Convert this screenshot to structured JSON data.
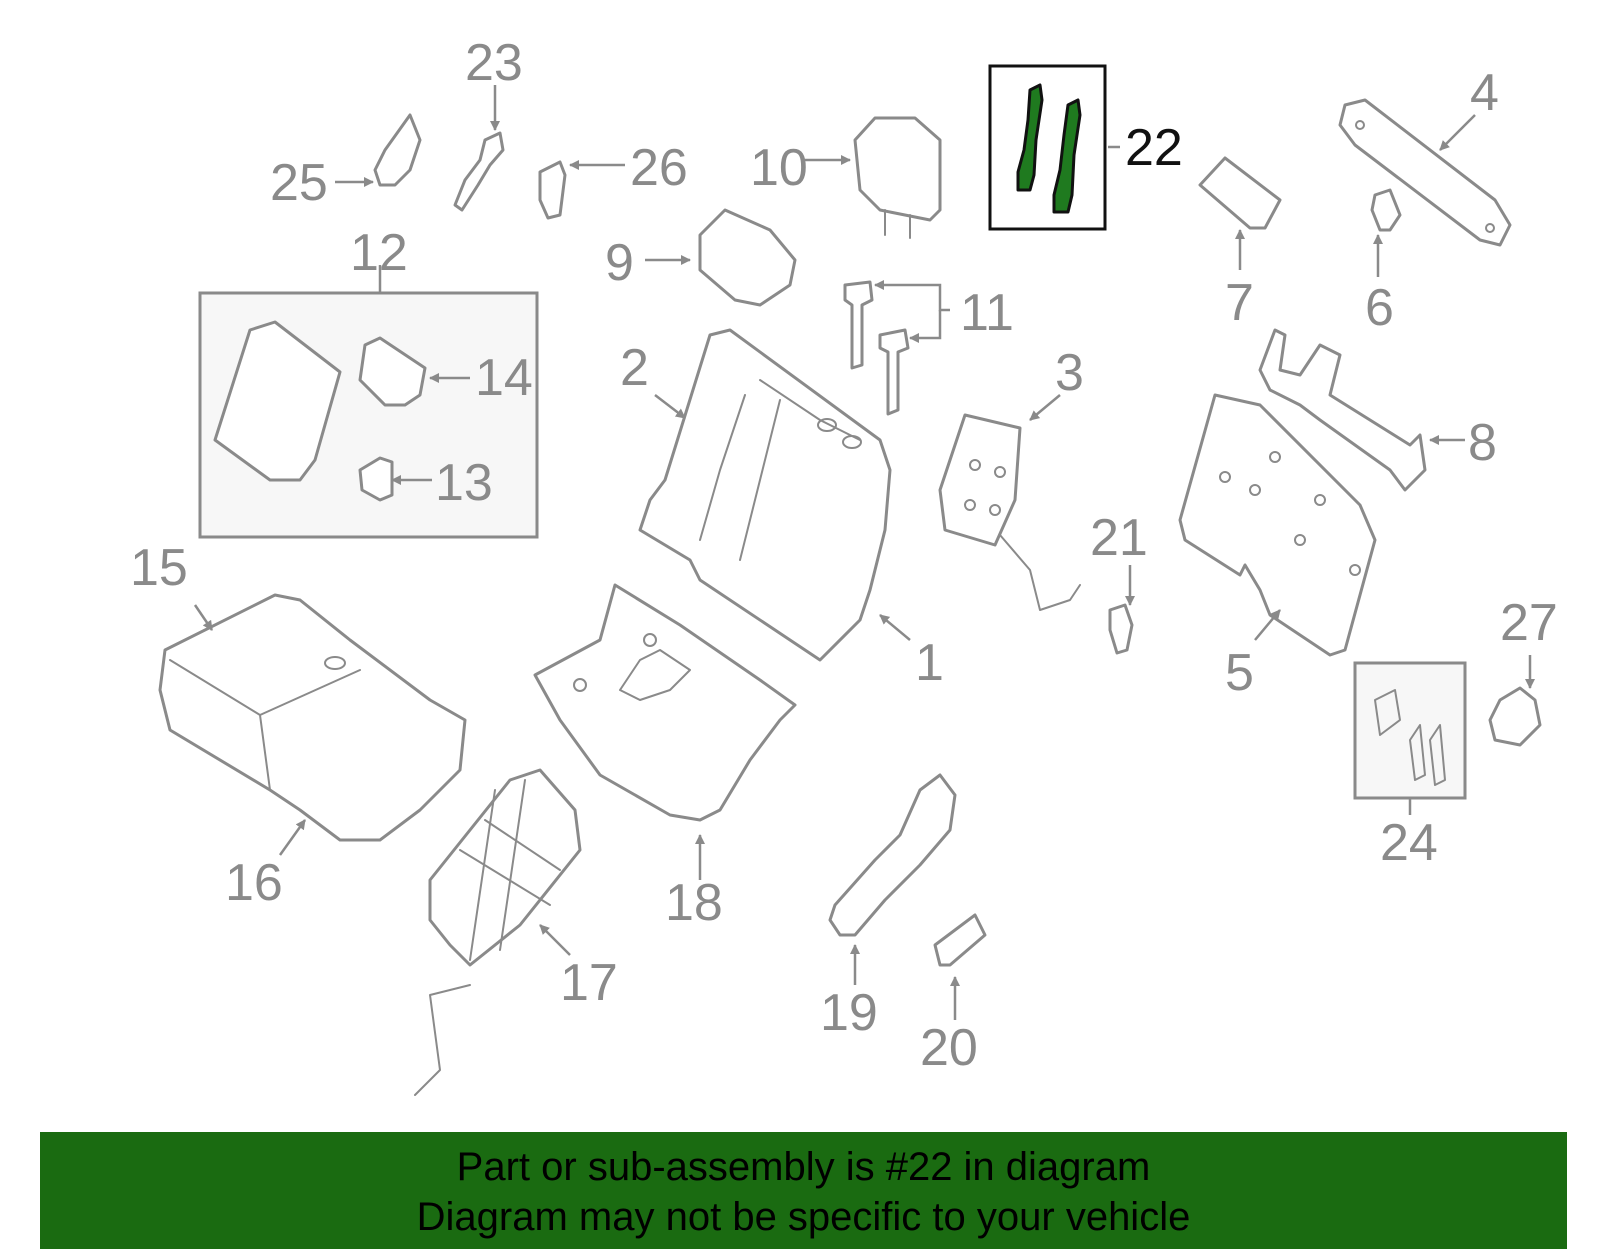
{
  "diagram": {
    "highlighted_part": "22",
    "callouts": [
      "1",
      "2",
      "3",
      "4",
      "5",
      "6",
      "7",
      "8",
      "9",
      "10",
      "11",
      "12",
      "13",
      "14",
      "15",
      "16",
      "17",
      "18",
      "19",
      "20",
      "21",
      "22",
      "23",
      "24",
      "25",
      "26",
      "27"
    ]
  },
  "banner": {
    "line1": "Part or sub-assembly is #22 in diagram",
    "line2": "Diagram may not be specific to your vehicle"
  },
  "colors": {
    "highlight": "#1f7a1f",
    "banner": "#1a6b11",
    "line": "#8a8a8a"
  }
}
